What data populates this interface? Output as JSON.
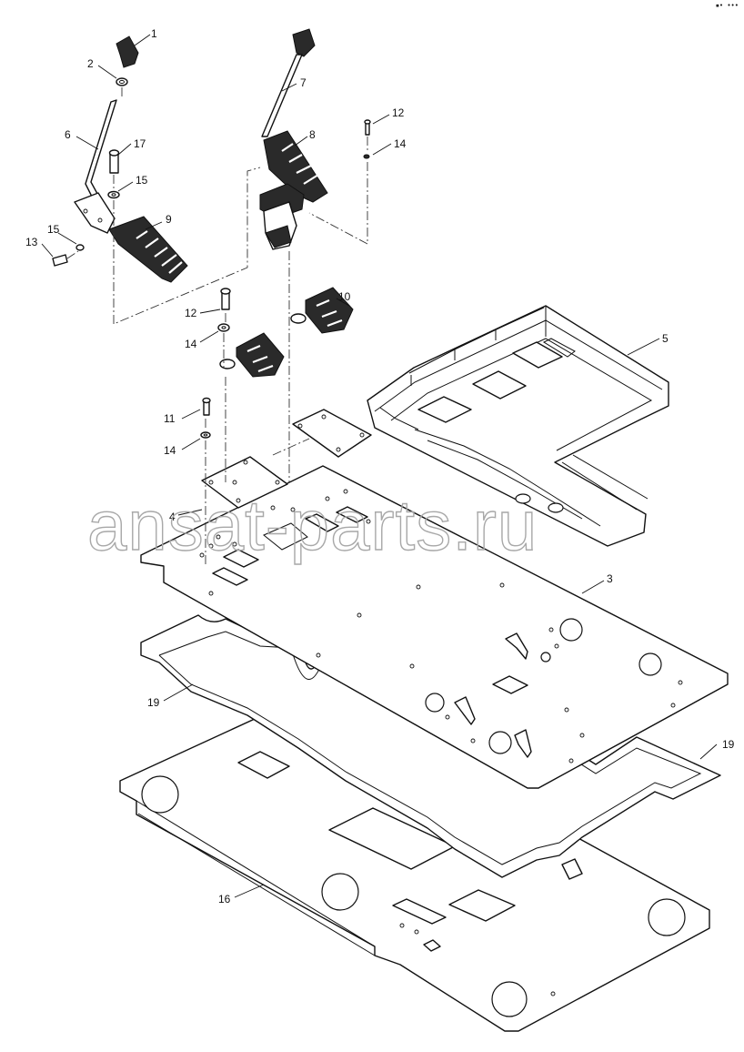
{
  "watermark": "ansat-parts.ru",
  "corner_mark": "▪• •••",
  "callouts": {
    "c1": "1",
    "c2": "2",
    "c3": "3",
    "c4": "4",
    "c5": "5",
    "c6": "6",
    "c7": "7",
    "c8": "8",
    "c9": "9",
    "c10": "10",
    "c11": "11",
    "c12a": "12",
    "c12b": "12",
    "c13": "13",
    "c14a": "14",
    "c14b": "14",
    "c14c": "14",
    "c15a": "15",
    "c15b": "15",
    "c16": "16",
    "c17": "17",
    "c19a": "19",
    "c19b": "19"
  }
}
